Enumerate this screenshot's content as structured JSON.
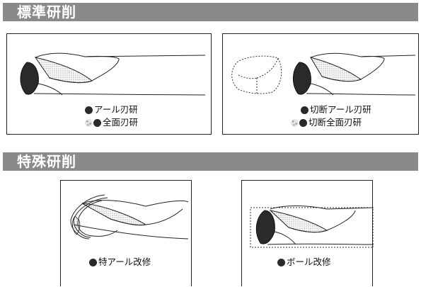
{
  "sections": {
    "standard_title": "標準研削",
    "special_title": "特殊研削"
  },
  "panels": {
    "p1": {
      "line1": "アール刃研",
      "line2": "全面刃研"
    },
    "p2": {
      "line1": "切断アール刃研",
      "line2": "切断全面刃研"
    },
    "p3": {
      "line1": "特アール改修"
    },
    "p4": {
      "line1": "ボール改修"
    }
  },
  "colors": {
    "header_bar": "#8a8a8a",
    "dark_dot": "#2a2a2a",
    "speckle_dot": "#e4e4e4"
  }
}
